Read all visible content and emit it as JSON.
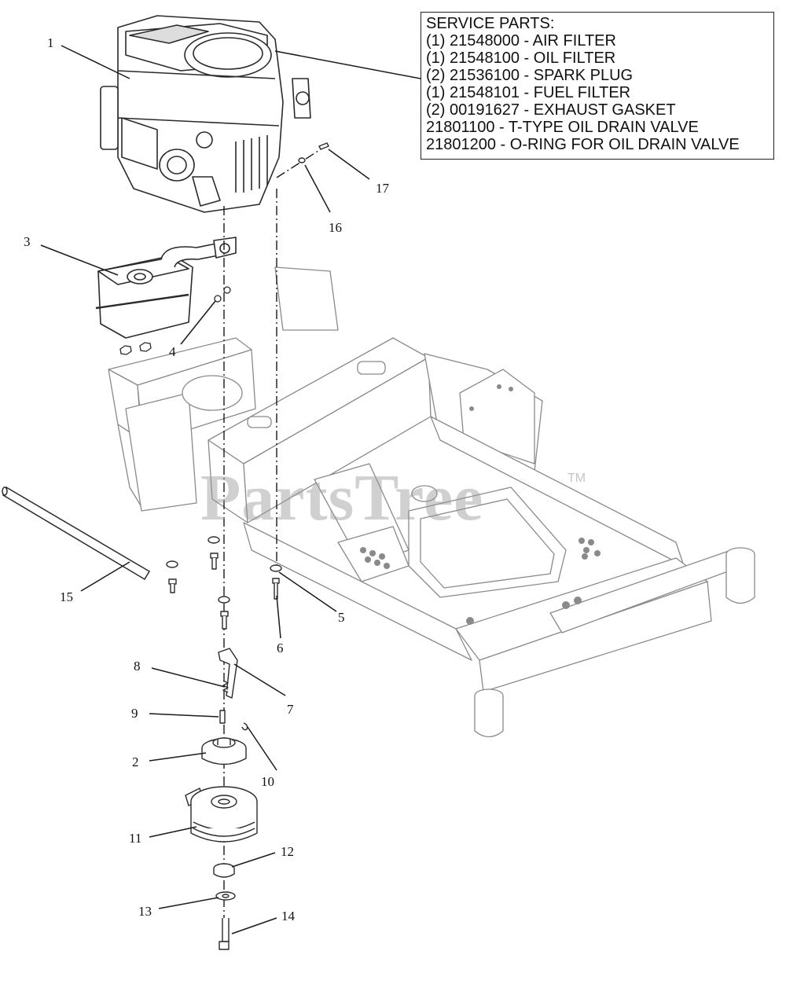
{
  "service_parts": {
    "title": "SERVICE PARTS:",
    "lines": [
      "(1) 21548000 - AIR FILTER",
      "(1) 21548100 - OIL FILTER",
      "(2) 21536100 - SPARK PLUG",
      "(1) 21548101 - FUEL FILTER",
      "(2) 00191627 - EXHAUST GASKET",
      "21801100 - T-TYPE OIL DRAIN VALVE",
      "21801200 - O-RING FOR OIL DRAIN VALVE"
    ]
  },
  "callouts": [
    "1",
    "2",
    "3",
    "4",
    "5",
    "6",
    "7",
    "8",
    "9",
    "10",
    "11",
    "12",
    "13",
    "14",
    "15",
    "16",
    "17"
  ],
  "watermark": {
    "text": "PartsTree",
    "tm": "TM"
  },
  "colors": {
    "line": "#1a1a1a",
    "frame": "#8a8a8a",
    "engine": "#2a2a2a",
    "watermark": "#969696"
  }
}
